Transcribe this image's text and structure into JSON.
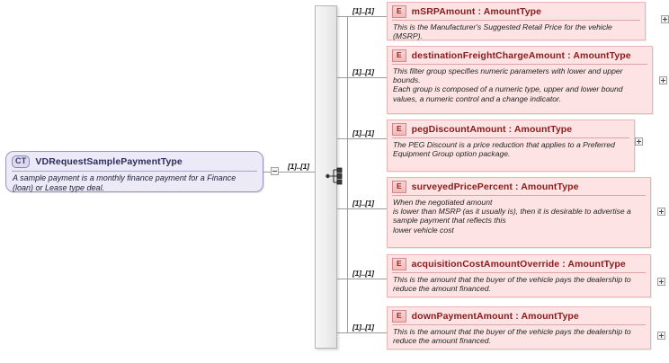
{
  "diagram": {
    "type": "xsd-schema-diagram",
    "root": {
      "badge": "CT",
      "badge_meaning": "complexType",
      "name": "VDRequestSamplePaymentType",
      "documentation": "A sample payment is a monthly finance payment for a Finance (loan) or Lease type deal.",
      "cardinality": "[1]..[1]",
      "expander": "minus"
    },
    "compositor": {
      "kind": "sequence",
      "icon": "sequence-icon"
    },
    "children": [
      {
        "badge": "E",
        "badge_meaning": "element",
        "name": "mSRPAmount : AmountType",
        "documentation": "This is the Manufacturer's Suggested Retail Price for the vehicle (MSRP).",
        "cardinality": "[1]..[1]",
        "expander": "plus"
      },
      {
        "badge": "E",
        "badge_meaning": "element",
        "name": "destinationFreightChargeAmount : AmountType",
        "documentation": "This filter group specifies numeric parameters with lower and upper bounds.\nEach group is composed of a numeric type, upper and lower bound values, a numeric control and a change indicator.",
        "cardinality": "[1]..[1]",
        "expander": "plus"
      },
      {
        "badge": "E",
        "badge_meaning": "element",
        "name": "pegDiscountAmount : AmountType",
        "documentation": "The PEG Discount is a price reduction that applies to a Preferred Equipment Group option package.",
        "cardinality": "[1]..[1]",
        "expander": "plus"
      },
      {
        "badge": "E",
        "badge_meaning": "element",
        "name": "surveyedPricePercent : AmountType",
        "documentation": "When the negotiated amount\nis lower than MSRP (as it usually is), then it is desirable to advertise a sample payment that reflects this\nlower vehicle cost",
        "cardinality": "[1]..[1]",
        "expander": "plus"
      },
      {
        "badge": "E",
        "badge_meaning": "element",
        "name": "acquisitionCostAmountOverride : AmountType",
        "documentation": "This is the amount that the buyer of the vehicle pays the dealership to reduce the amount financed.",
        "cardinality": "[1]..[1]",
        "expander": "plus"
      },
      {
        "badge": "E",
        "badge_meaning": "element",
        "name": "downPaymentAmount : AmountType",
        "documentation": "This is the amount that the buyer of the vehicle pays the dealership to reduce the amount financed.",
        "cardinality": "[1]..[1]",
        "expander": "plus"
      }
    ],
    "colors": {
      "complex_type_fill": "#eceaf7",
      "complex_type_border": "#9a95c4",
      "complex_type_text": "#2b2b5e",
      "element_fill": "#fde3e3",
      "element_border": "#f0b3b3",
      "element_text": "#8b1a1a",
      "group_bar_fill": "#ededed",
      "connector_line": "#9b9b9b"
    }
  }
}
